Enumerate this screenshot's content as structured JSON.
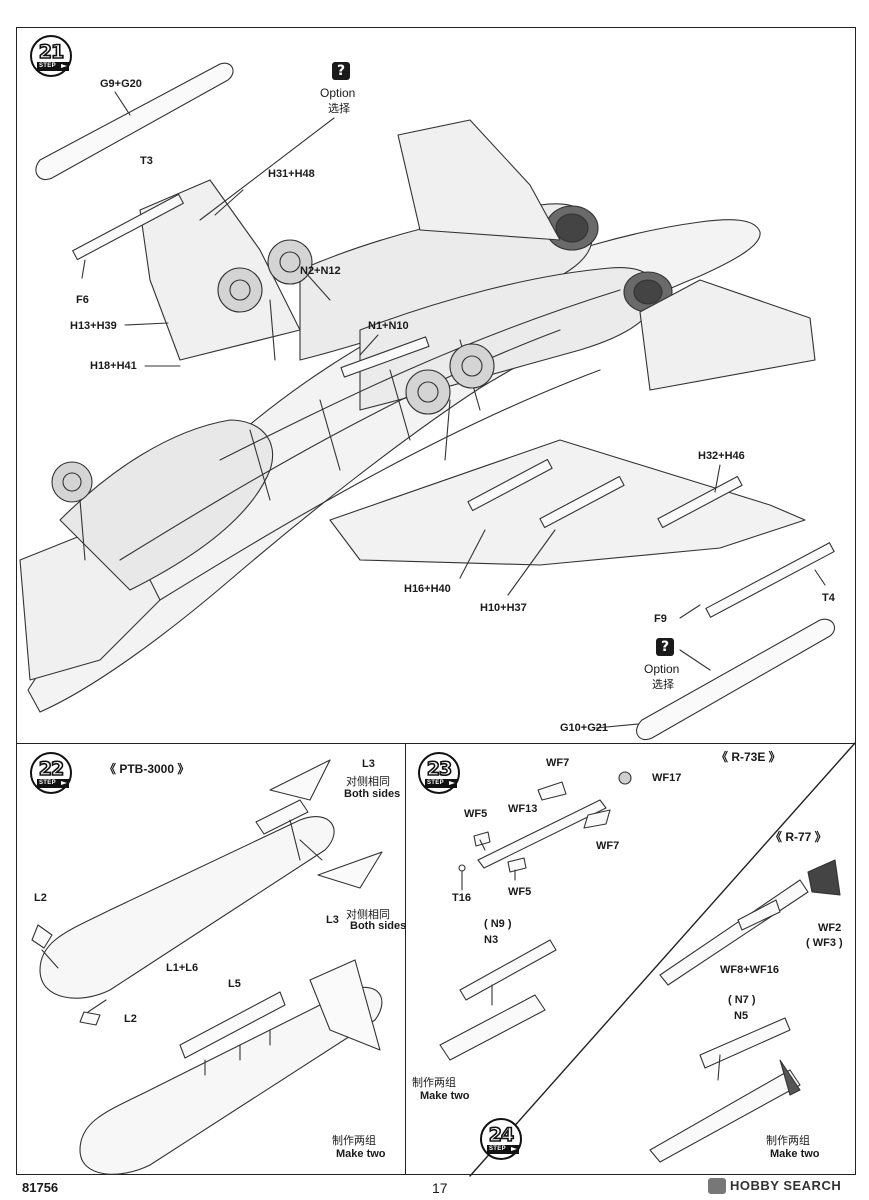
{
  "step21": {
    "number": "21",
    "step_label": "STEP",
    "option_top": {
      "en": "Option",
      "cn": "选择"
    },
    "option_bottom": {
      "en": "Option",
      "cn": "选择"
    },
    "parts": {
      "g9_g20": "G9+G20",
      "t3": "T3",
      "h31_h48": "H31+H48",
      "f6": "F6",
      "n2_n12": "N2+N12",
      "h13_h39": "H13+H39",
      "n1_n10": "N1+N10",
      "h18_h41": "H18+H41",
      "h32_h46": "H32+H46",
      "h16_h40": "H16+H40",
      "h10_h37": "H10+H37",
      "t4": "T4",
      "f9": "F9",
      "g10_g21": "G10+G21"
    }
  },
  "step22": {
    "number": "22",
    "step_label": "STEP",
    "title": "《 PTB-3000 》",
    "parts": {
      "l3_top": "L3",
      "both_sides_top_cn": "对侧相同",
      "both_sides_top_en": "Both sides",
      "l2_top": "L2",
      "l3_mid": "L3",
      "both_sides_mid_cn": "对侧相同",
      "both_sides_mid_en": "Both sides",
      "l1_l6": "L1+L6",
      "l5": "L5",
      "l2_bottom": "L2"
    },
    "make_two_cn": "制作两组",
    "make_two_en": "Make two"
  },
  "step23": {
    "number": "23",
    "step_label": "STEP",
    "title_r73": "《 R-73E 》",
    "title_r77": "《 R-77 》",
    "parts": {
      "wf7_top": "WF7",
      "wf17": "WF17",
      "wf5_top": "WF5",
      "wf13": "WF13",
      "wf7_mid": "WF7",
      "t16": "T16",
      "wf5_bottom": "WF5",
      "n9": "( N9 )",
      "n3": "N3",
      "wf2": "WF2",
      "wf3": "( WF3 )",
      "wf8_wf16": "WF8+WF16",
      "n7": "( N7 )",
      "n5": "N5"
    },
    "make_two_left_cn": "制作两组",
    "make_two_left_en": "Make two",
    "make_two_right_cn": "制作两组",
    "make_two_right_en": "Make two"
  },
  "step24": {
    "number": "24",
    "step_label": "STEP"
  },
  "footer": {
    "kit_number": "81756",
    "page_number": "17",
    "brand": "HOBBY SEARCH"
  }
}
